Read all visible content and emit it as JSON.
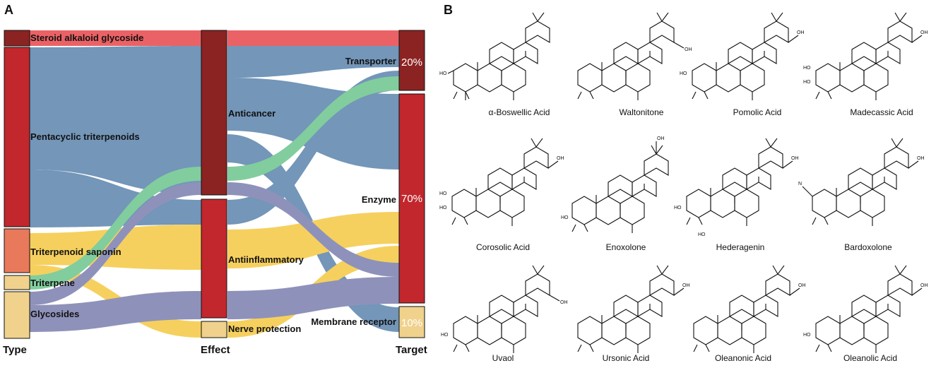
{
  "panel_a": {
    "letter": "A",
    "column_titles": [
      "Type",
      "Effect",
      "Target"
    ],
    "types": [
      {
        "label": "Steroid alkaloid glycoside",
        "color": "#8b2322"
      },
      {
        "label": "Pentacyclic triterpenoids",
        "color": "#c1272d"
      },
      {
        "label": "Triterpenoid saponin",
        "color": "#e8795a"
      },
      {
        "label": "Triterpene",
        "color": "#f0d28c"
      },
      {
        "label": "Glycosides",
        "color": "#f0d28c"
      }
    ],
    "effects": [
      {
        "label": "Anticancer",
        "color": "#8b2322"
      },
      {
        "label": "Antiinflammatory",
        "color": "#c1272d"
      },
      {
        "label": "Nerve protection",
        "color": "#f0d28c"
      }
    ],
    "targets": [
      {
        "label": "Transporter",
        "percent": "20%",
        "color": "#8b2322"
      },
      {
        "label": "Enzyme",
        "percent": "70%",
        "color": "#c1272d"
      },
      {
        "label": "Membrane receptor",
        "percent": "10%",
        "color": "#f0d28c"
      }
    ],
    "flow_colors": {
      "steroid": "#e8474c",
      "pentacyclic": "#5b84ad",
      "saponin": "#f5c842",
      "triterpene": "#6cc58e",
      "glycosides": "#7b7fae"
    }
  },
  "panel_b": {
    "letter": "B",
    "compounds": [
      "α-Boswellic Acid",
      "Waltonitone",
      "Pomolic Acid",
      "Madecassic Acid",
      "Corosolic Acid",
      "Enoxolone",
      "Hederagenin",
      "Bardoxolone",
      "Uvaol",
      "Ursonic Acid",
      "Oleanonic Acid",
      "Oleanolic Acid"
    ]
  }
}
